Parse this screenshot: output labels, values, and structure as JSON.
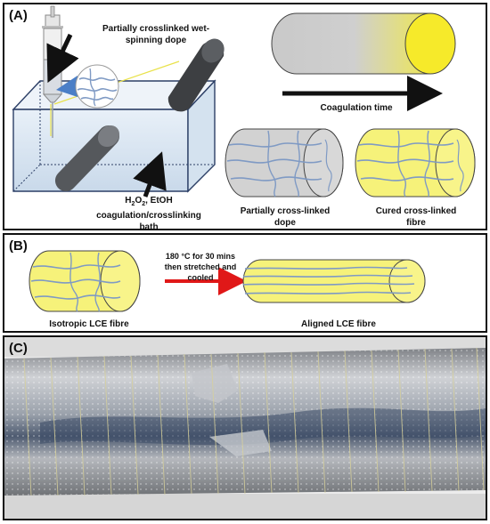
{
  "panel_a": {
    "label": "(A)",
    "dope_label_line1": "Partially crosslinked wet-",
    "dope_label_line2": "spinning dope",
    "coagulation_time": "Coagulation time",
    "bath_label_prefix": "H",
    "bath_label_sub1": "2",
    "bath_label_mid": "O",
    "bath_label_sub2": "2",
    "bath_label_suffix": ", EtOH",
    "bath_label_line2": "coagulation/crosslinking bath",
    "partial_line1": "Partially cross-linked",
    "partial_line2": "dope",
    "cured_line1": "Cured cross-linked",
    "cured_line2": "fibre"
  },
  "panel_b": {
    "label": "(B)",
    "process_line1": "180 °C for 30 mins",
    "process_line2": "then stretched and",
    "process_line3": "cooled",
    "isotropic": "Isotropic LCE fibre",
    "aligned": "Aligned LCE fibre"
  },
  "panel_c": {
    "label": "(C)"
  },
  "colors": {
    "cylinder_yellow": "#f6f27a",
    "dope_grey": "#d2d2d2",
    "dark_roller": "#3f4144",
    "arrow_red": "#e01818",
    "fibre_blue": "#7f9ac4"
  }
}
